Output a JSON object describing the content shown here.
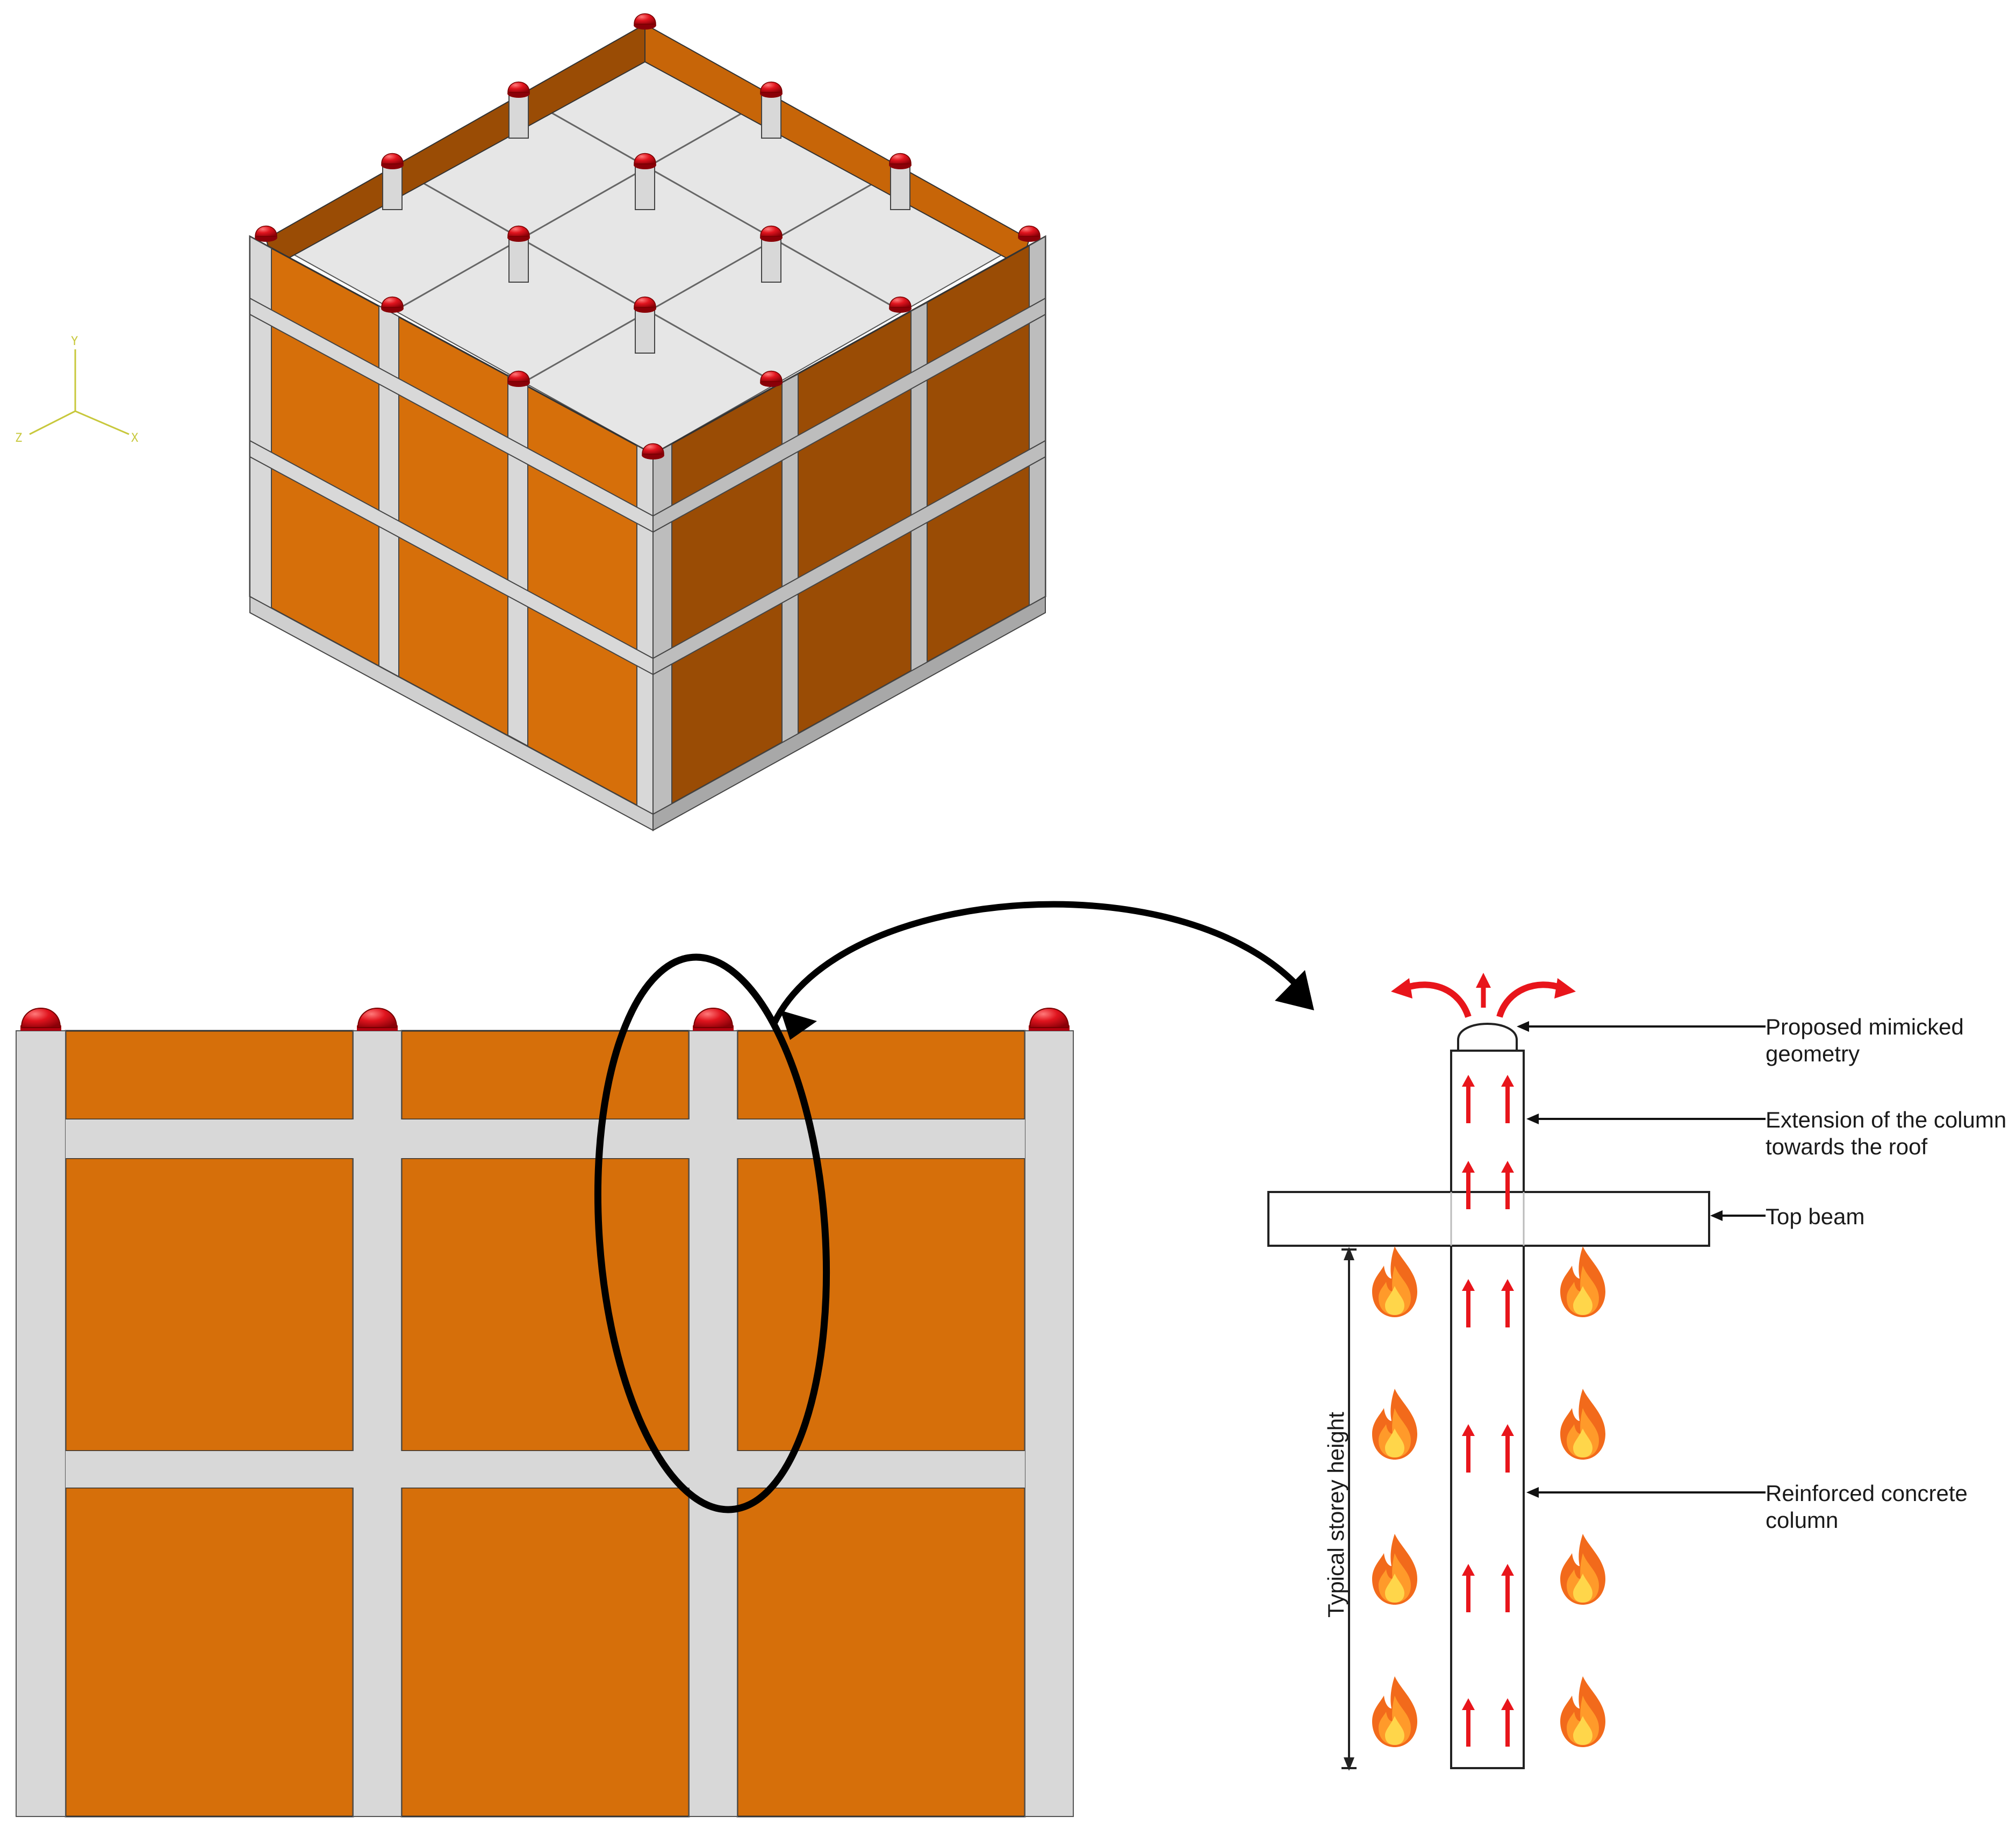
{
  "axes": {
    "y": "Y",
    "z": "Z",
    "x": "X"
  },
  "labels": {
    "proposed_line1": "Proposed mimicked",
    "proposed_line2": "geometry",
    "extension_line1": "Extension of the column",
    "extension_line2": "towards the roof",
    "top_beam": "Top beam",
    "column_line1": "Reinforced concrete",
    "column_line2": "column",
    "storey_height": "Typical storey height"
  },
  "colors": {
    "infill": "#d66f0a",
    "infill_dark": "#9a4c05",
    "infill_top": "#e07b10",
    "frame": "#d8d8d8",
    "frame_side": "#b8b8b8",
    "slab": "#e6e6e6",
    "dome": "#e0141e",
    "airflow_arrow": "#e8151b",
    "axis_triad": "#c8c83c"
  },
  "icons": [
    "fire-icon",
    "airflow-arrow-icon",
    "dome-cap-icon"
  ]
}
